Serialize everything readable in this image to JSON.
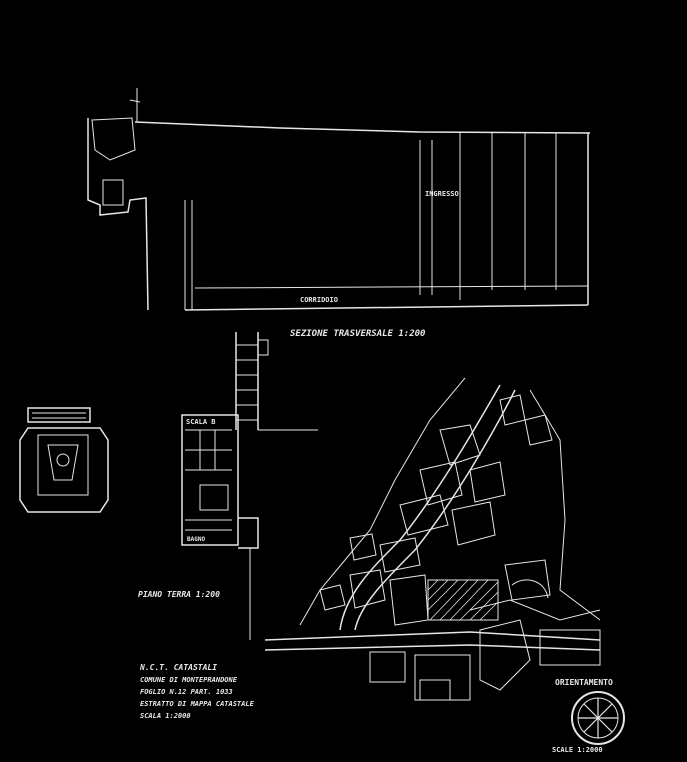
{
  "section": {
    "title": "SEZIONE TRASVERSALE 1:200",
    "inner_label": "INGRESSO",
    "ground_label": "CORRIDOIO"
  },
  "plan": {
    "title": "PIANO TERRA 1:200",
    "stair_label": "SCALA B",
    "room_label": "BAGNO"
  },
  "map": {
    "notes": [
      "N.C.T. CATASTALI",
      "COMUNE DI MONTEPRANDONE",
      "FOGLIO N.12 PART. 1033",
      "ESTRATTO DI MAPPA CATASTALE",
      "SCALA 1:2000"
    ]
  },
  "orientation": {
    "label": "ORIENTAMENTO",
    "scale": "SCALE 1:2000"
  },
  "icons": [
    "compass-rose-icon",
    "stamp-seal-icon"
  ],
  "colors": {
    "background": "#000000",
    "ink": "#e6e6e6"
  }
}
